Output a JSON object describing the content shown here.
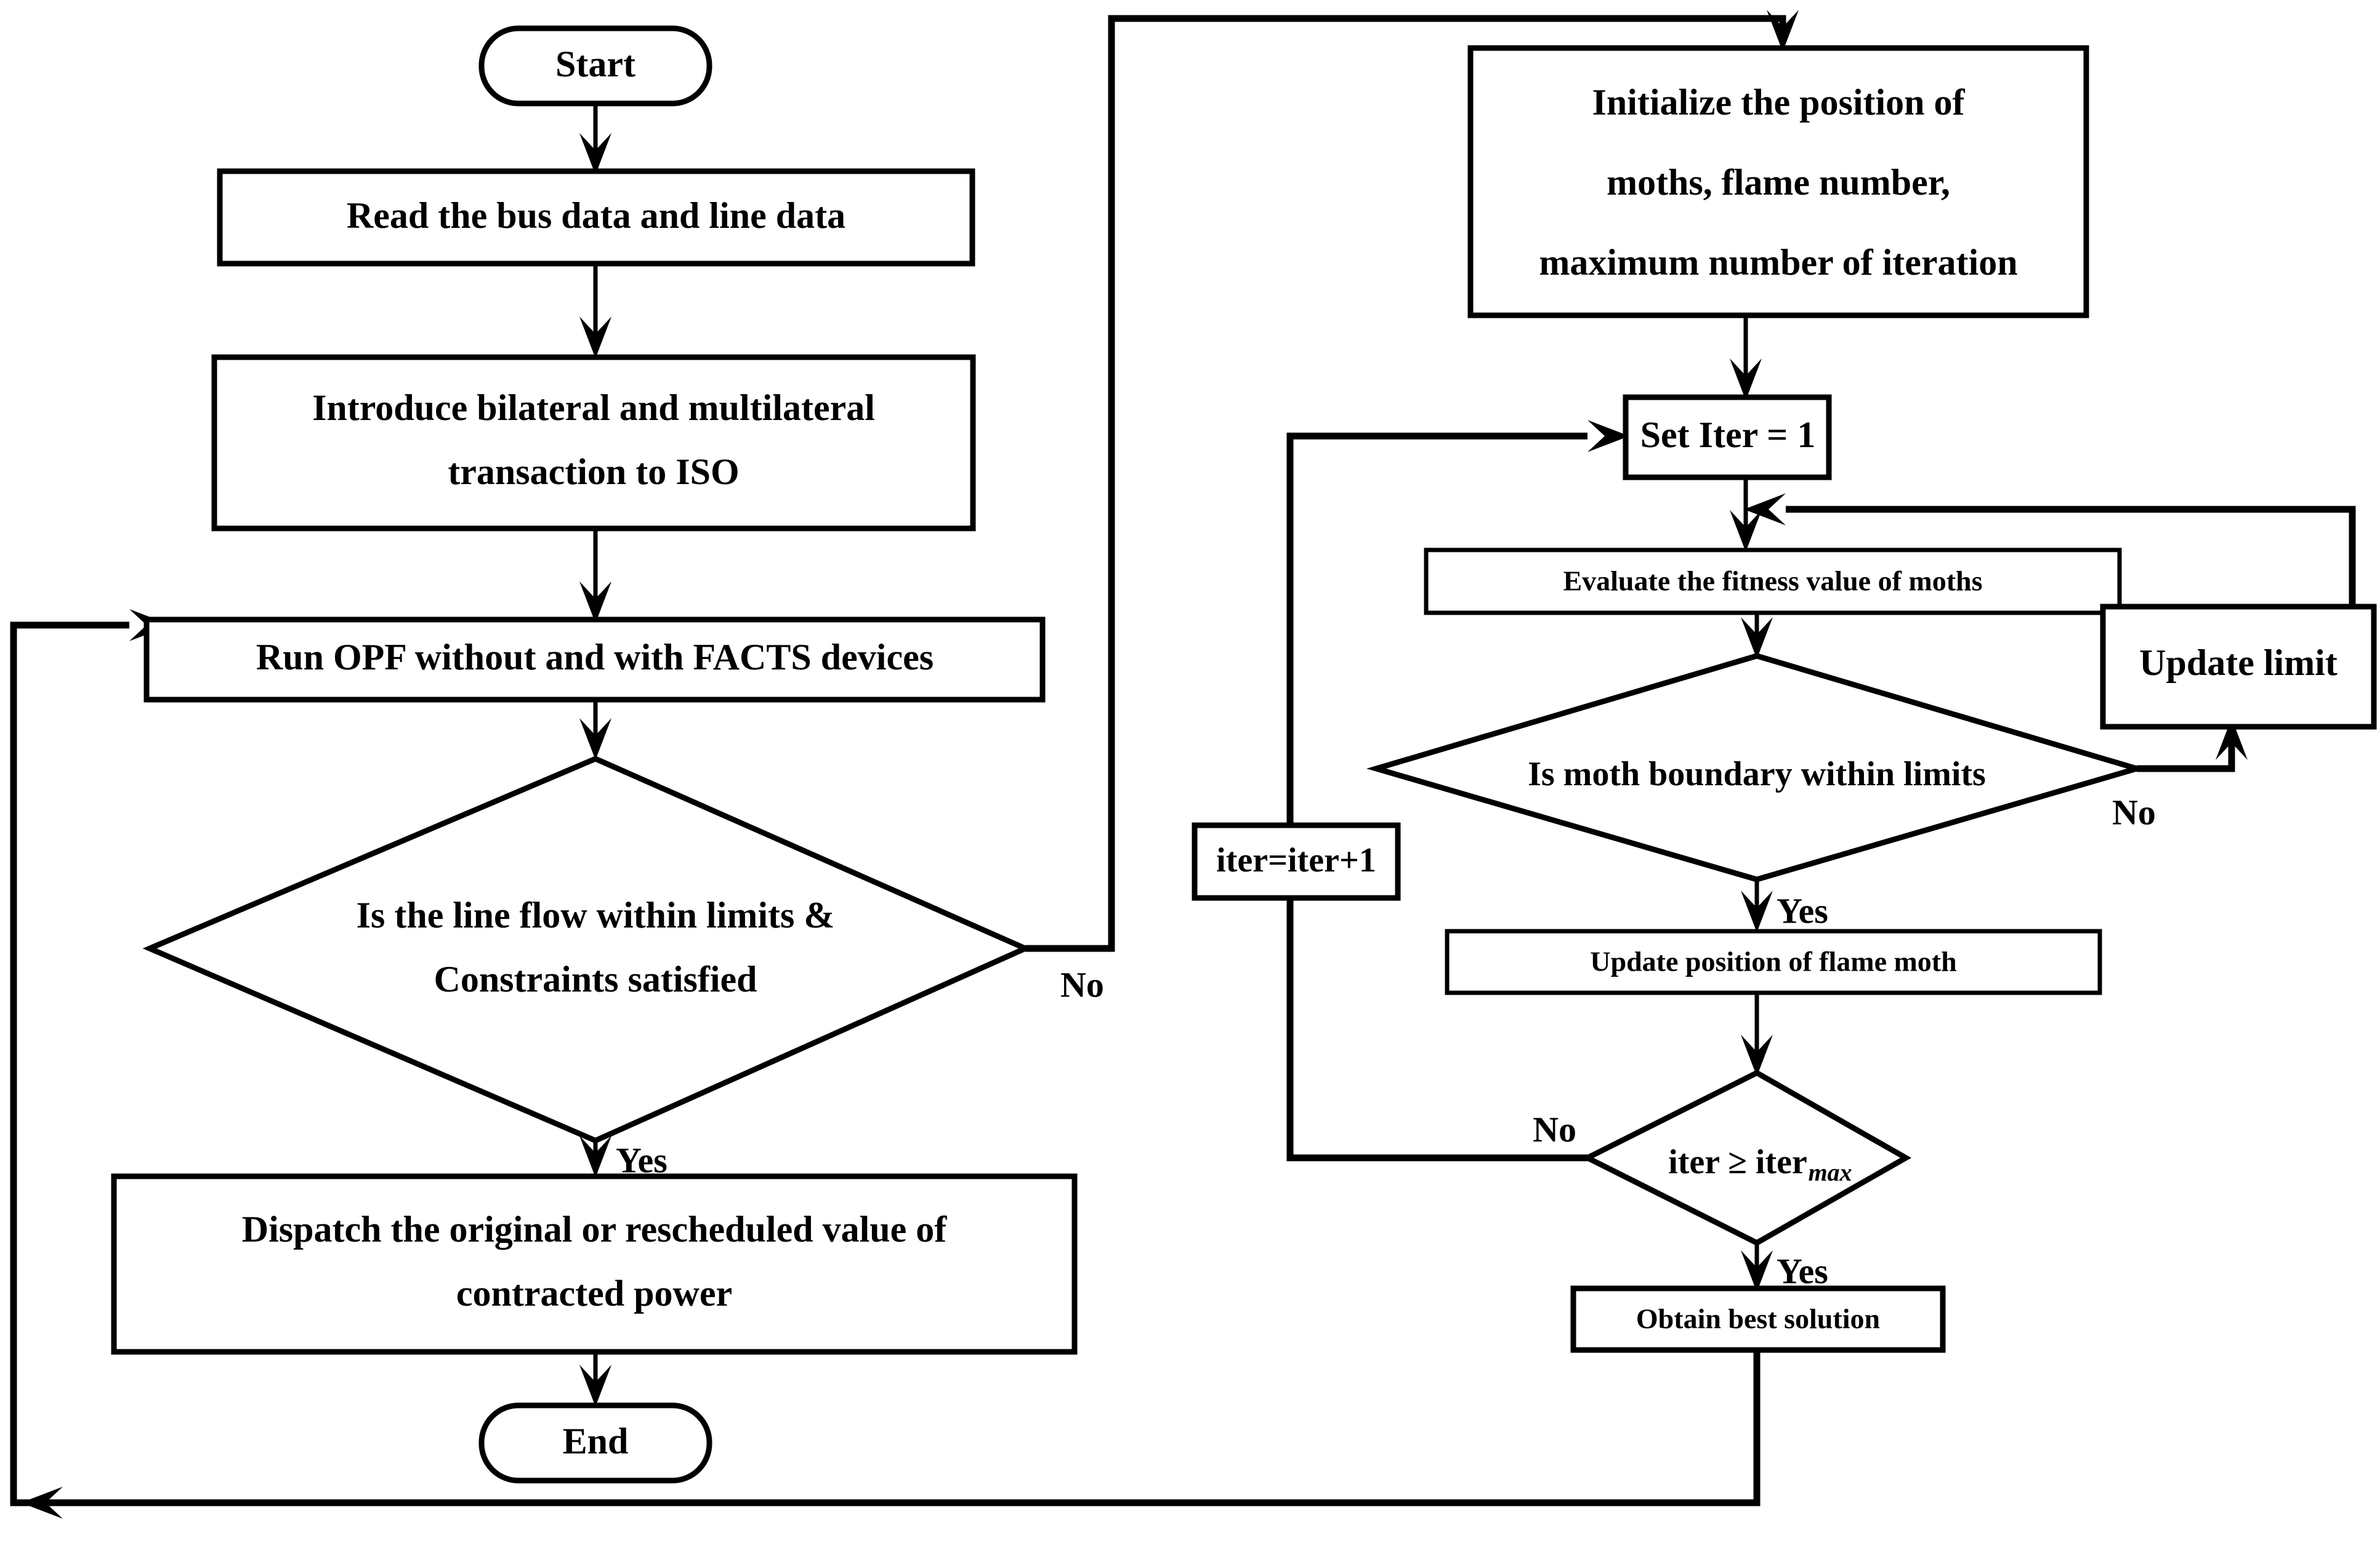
{
  "diagram": {
    "title": "Optimal power flow with FACTS devices and moth-flame optimization flowchart",
    "colors": {
      "stroke": "#000000",
      "fill": "#ffffff",
      "text": "#000000"
    },
    "nodes": {
      "start": {
        "label": "Start",
        "shape": "terminator"
      },
      "read_data": {
        "label": "Read the bus data and line data",
        "shape": "process"
      },
      "introduce_line1": {
        "label": "Introduce bilateral and multilateral",
        "shape": "process"
      },
      "introduce_line2": {
        "label": "transaction to ISO",
        "shape": "process"
      },
      "run_opf": {
        "label": "Run OPF without and with FACTS devices",
        "shape": "process"
      },
      "line_flow_q_line1": {
        "label": "Is the line flow within limits &",
        "shape": "decision"
      },
      "line_flow_q_line2": {
        "label": "Constraints satisfied",
        "shape": "decision"
      },
      "dispatch_line1": {
        "label": "Dispatch the original or rescheduled value of",
        "shape": "process"
      },
      "dispatch_line2": {
        "label": "contracted power",
        "shape": "process"
      },
      "end": {
        "label": "End",
        "shape": "terminator"
      },
      "initialize_line1": {
        "label": "Initialize the position of",
        "shape": "process"
      },
      "initialize_line2": {
        "label": "moths, flame number,",
        "shape": "process"
      },
      "initialize_line3": {
        "label": "maximum number of iteration",
        "shape": "process"
      },
      "set_iter": {
        "label": "Set Iter = 1",
        "shape": "process"
      },
      "evaluate_fitness": {
        "label": "Evaluate the fitness value of moths",
        "shape": "process"
      },
      "moth_boundary_q": {
        "label": "Is moth boundary within limits",
        "shape": "decision"
      },
      "update_limit": {
        "label": "Update limit",
        "shape": "process"
      },
      "update_position": {
        "label": "Update position of flame moth",
        "shape": "process"
      },
      "iter_counter": {
        "label": "iter=iter+1",
        "shape": "process"
      },
      "iter_max_q_main": {
        "label": "iter ≥ iter",
        "shape": "decision"
      },
      "iter_max_q_sub": {
        "label": "max",
        "shape": "decision"
      },
      "obtain_best": {
        "label": "Obtain best solution",
        "shape": "process"
      }
    },
    "edge_labels": {
      "line_flow_no": "No",
      "line_flow_yes": "Yes",
      "moth_boundary_no": "No",
      "moth_boundary_yes": "Yes",
      "iter_max_no": "No",
      "iter_max_yes": "Yes"
    }
  }
}
